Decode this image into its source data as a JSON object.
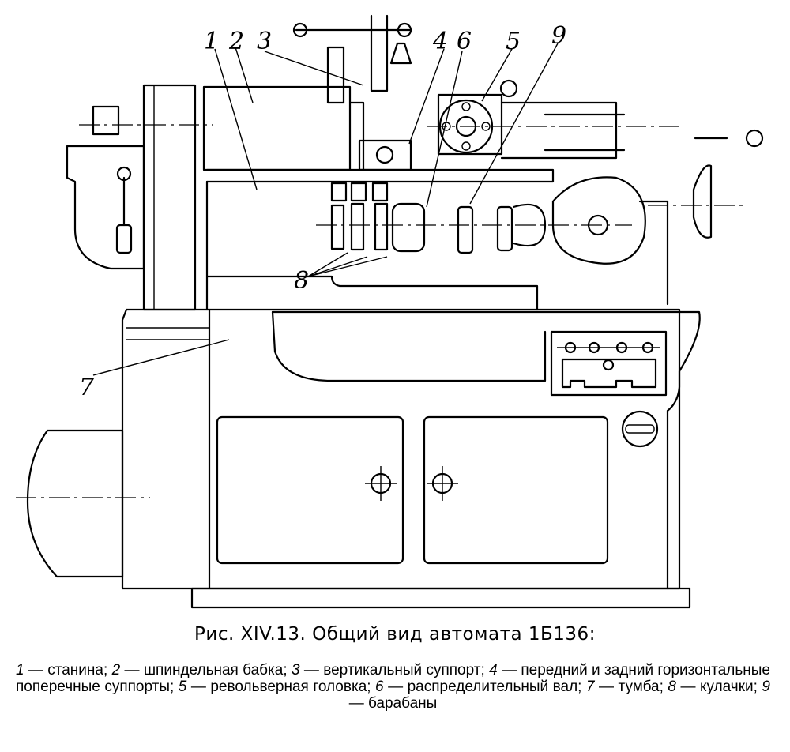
{
  "figure": {
    "callouts": [
      {
        "id": "1",
        "text": "1"
      },
      {
        "id": "2",
        "text": "2"
      },
      {
        "id": "3",
        "text": "3"
      },
      {
        "id": "4",
        "text": "4"
      },
      {
        "id": "6",
        "text": "6"
      },
      {
        "id": "5",
        "text": "5"
      },
      {
        "id": "9",
        "text": "9"
      },
      {
        "id": "8",
        "text": "8"
      },
      {
        "id": "7",
        "text": "7"
      }
    ]
  },
  "caption": "Рис. XIV.13. Общий вид автомата 1Б136:",
  "legend": [
    {
      "num": "1",
      "text": " — станина; "
    },
    {
      "num": "2",
      "text": " — шпиндельная бабка; "
    },
    {
      "num": "3",
      "text": " — вертикальный суппорт; "
    },
    {
      "num": "4",
      "text": " — передний и задний горизонтальные поперечные суппорты; "
    },
    {
      "num": "5",
      "text": " — револьверная головка; "
    },
    {
      "num": "6",
      "text": " — распределительный вал; "
    },
    {
      "num": "7",
      "text": " — тумба; "
    },
    {
      "num": "8",
      "text": " — кулачки; "
    },
    {
      "num": "9",
      "text": " — барабаны"
    }
  ]
}
